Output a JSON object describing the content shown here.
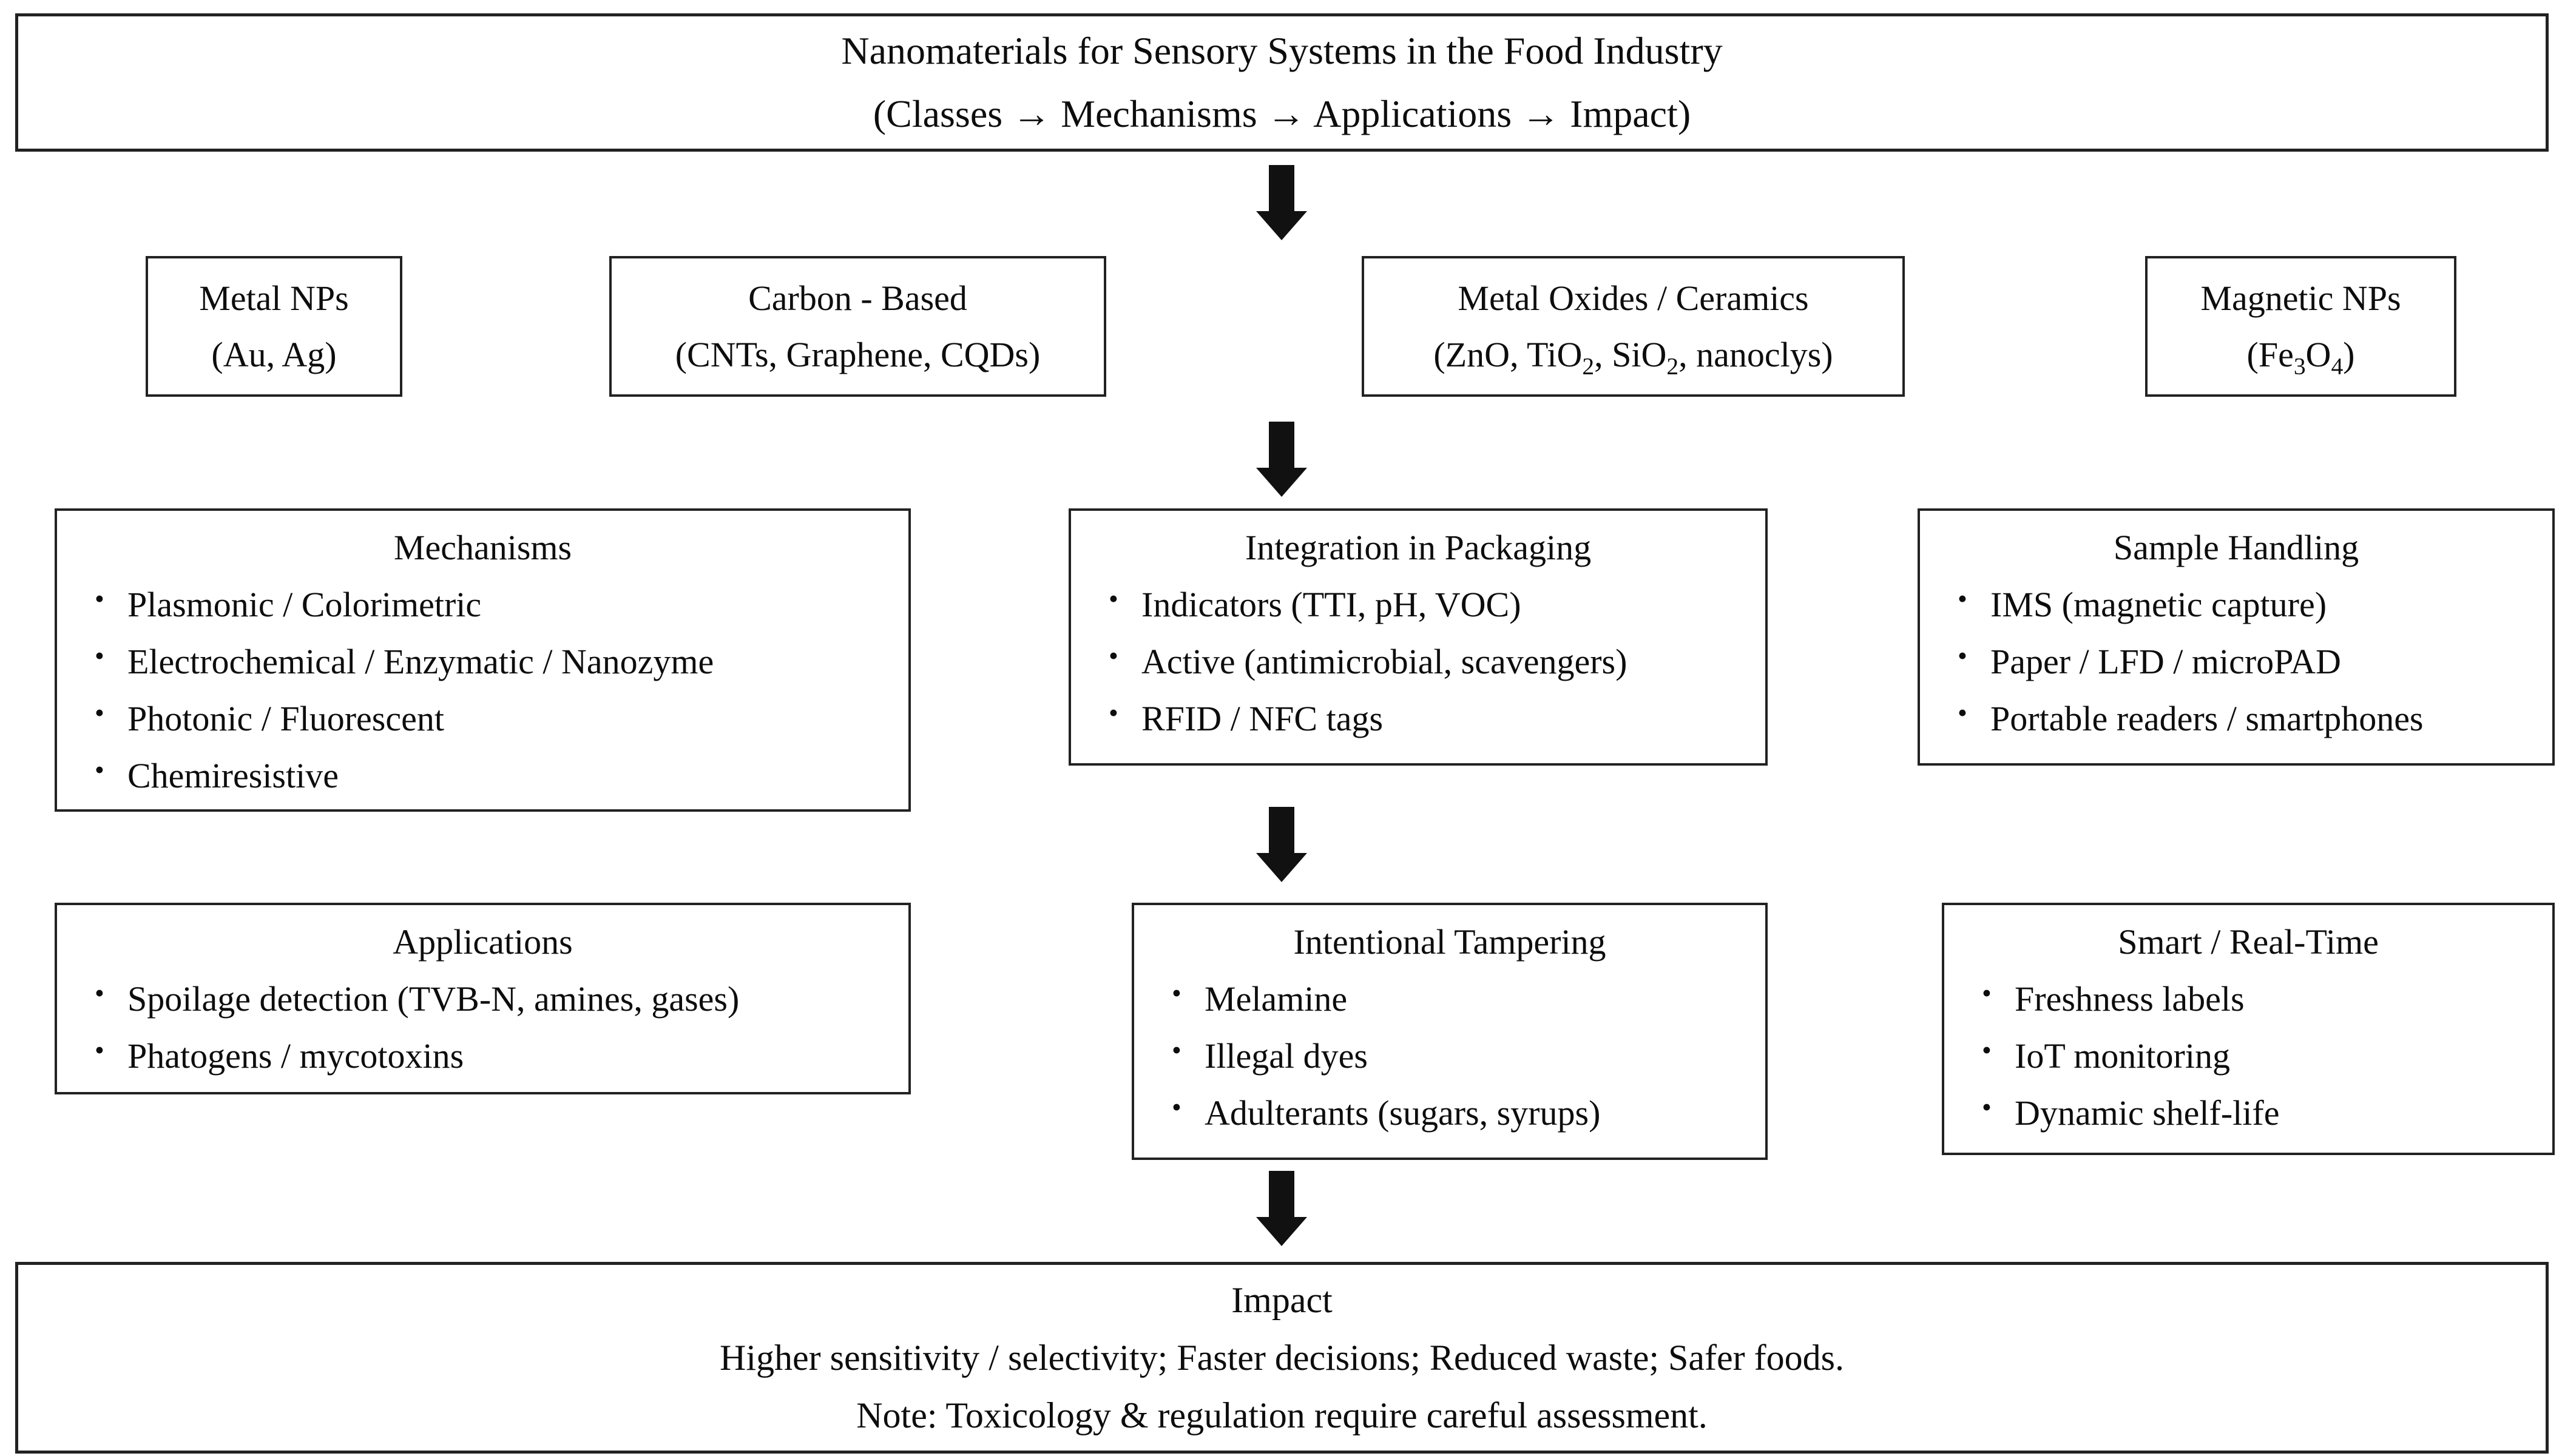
{
  "page": {
    "background": "#ffffff",
    "border_color": "#222222",
    "text_color": "#0d0d0d",
    "arrow_color": "#111111"
  },
  "title_box": {
    "line1": "Nanomaterials for Sensory Systems in the Food Industry",
    "line2": "(Classes → Mechanisms → Applications → Impact)"
  },
  "class_boxes": [
    {
      "title": "Metal NPs",
      "subtitle": [
        {
          "t": "(Au, Ag)"
        }
      ]
    },
    {
      "title": "Carbon - Based",
      "subtitle": [
        {
          "t": "(CNTs, Graphene, CQDs)"
        }
      ]
    },
    {
      "title": "Metal Oxides / Ceramics",
      "subtitle": [
        {
          "t": "(ZnO, TiO"
        },
        {
          "s": "2"
        },
        {
          "t": ", SiO"
        },
        {
          "s": "2"
        },
        {
          "t": ", nanoclys)"
        }
      ]
    },
    {
      "title": "Magnetic NPs",
      "subtitle": [
        {
          "t": "(Fe"
        },
        {
          "s": "3"
        },
        {
          "t": "O"
        },
        {
          "s": "4"
        },
        {
          "t": ")"
        }
      ]
    }
  ],
  "detail_boxes": {
    "mechanisms": {
      "title": "Mechanisms",
      "bullets": [
        "Plasmonic / Colorimetric",
        "Electrochemical / Enzymatic / Nanozyme",
        "Photonic / Fluorescent",
        "Chemiresistive"
      ]
    },
    "packaging": {
      "title": "Integration in Packaging",
      "bullets": [
        "Indicators (TTI, pH, VOC)",
        "Active (antimicrobial, scavengers)",
        "RFID / NFC tags"
      ]
    },
    "sample_handling": {
      "title": "Sample Handling",
      "bullets": [
        "IMS (magnetic capture)",
        "Paper / LFD / microPAD",
        "Portable readers / smartphones"
      ]
    },
    "applications": {
      "title": "Applications",
      "bullets": [
        "Spoilage detection (TVB-N, amines, gases)",
        "Phatogens / mycotoxins"
      ]
    },
    "tampering": {
      "title": "Intentional Tampering",
      "bullets": [
        "Melamine",
        "Illegal dyes",
        "Adulterants (sugars, syrups)"
      ]
    },
    "smart_realtime": {
      "title": "Smart / Real-Time",
      "bullets": [
        "Freshness labels",
        "IoT monitoring",
        "Dynamic shelf-life"
      ]
    }
  },
  "impact_box": {
    "title": "Impact",
    "line1": "Higher sensitivity / selectivity; Faster decisions; Reduced waste; Safer foods.",
    "line2": "Note: Toxicology & regulation require careful assessment."
  }
}
